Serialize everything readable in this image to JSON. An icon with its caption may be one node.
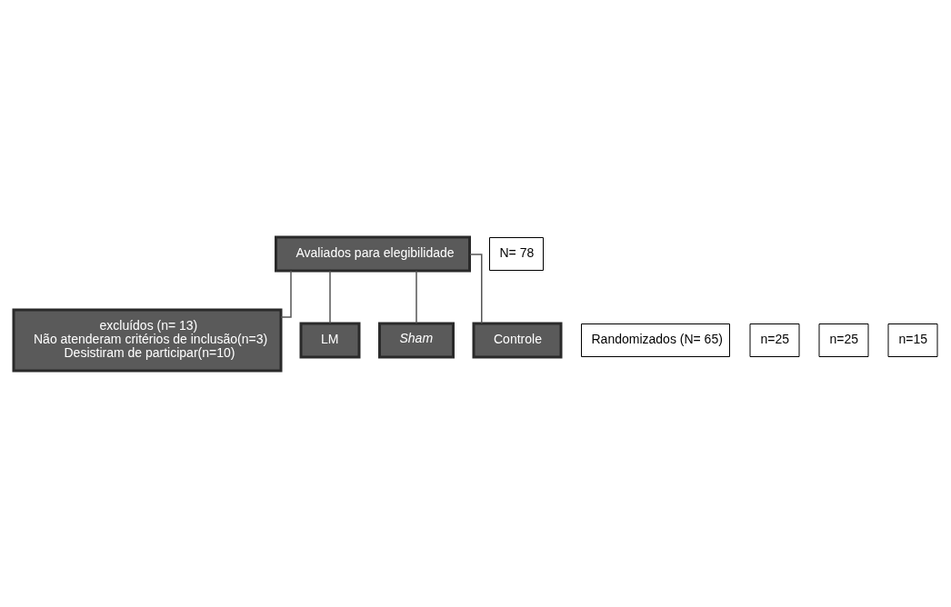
{
  "diagram": {
    "nodes": [
      {
        "text": [
          "Avaliados para elegibilidade"
        ]
      },
      {
        "text": [
          "N= 78"
        ]
      },
      {
        "text": [
          "excluídos (n= 13)",
          "Não atenderam critérios de inclusão(n=3)",
          "Desistiram de participar(n=10)"
        ]
      },
      {
        "text": [
          "Randomizados (N= 65)"
        ]
      },
      {
        "text": [
          "LM"
        ]
      },
      {
        "text": [
          "n=25"
        ]
      },
      {
        "text": [
          "Sham"
        ]
      },
      {
        "text": [
          "n=25"
        ]
      },
      {
        "text": [
          "Controle"
        ]
      },
      {
        "text": [
          "n=15"
        ]
      }
    ],
    "edges": [
      {
        "from": 0,
        "to": 2,
        "arrow": "none"
      },
      {
        "from": 0,
        "to": 4,
        "arrow": "none"
      },
      {
        "from": 0,
        "to": 6,
        "arrow": "none"
      },
      {
        "from": 0,
        "to": 8,
        "arrow": "none"
      }
    ]
  }
}
